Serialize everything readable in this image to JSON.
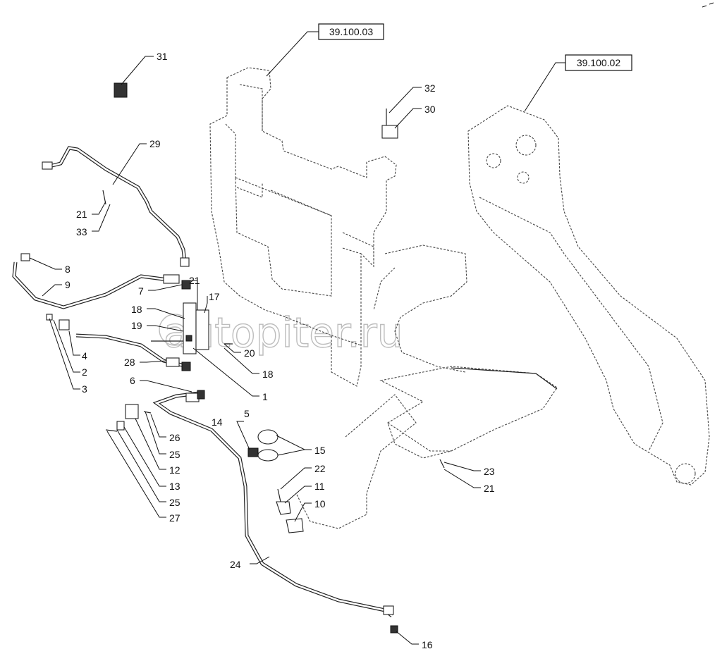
{
  "watermark": "autopiter.ru",
  "references": [
    "39.100.03",
    "39.100.02"
  ],
  "callouts": {
    "c31": "31",
    "c32": "32",
    "c30": "30",
    "c29": "29",
    "c21a": "21",
    "c33": "33",
    "c8": "8",
    "c9": "9",
    "c7": "7",
    "c21b": "21",
    "c17": "17",
    "c18a": "18",
    "c19": "19",
    "c20": "20",
    "c18b": "18",
    "c4": "4",
    "c2": "2",
    "c3": "3",
    "c28": "28",
    "c1": "1",
    "c6": "6",
    "c5": "5",
    "c14": "14",
    "c15": "15",
    "c26": "26",
    "c25a": "25",
    "c12": "12",
    "c13": "13",
    "c25b": "25",
    "c27": "27",
    "c22": "22",
    "c11": "11",
    "c10": "10",
    "c23": "23",
    "c21c": "21",
    "c24": "24",
    "c16": "16"
  }
}
